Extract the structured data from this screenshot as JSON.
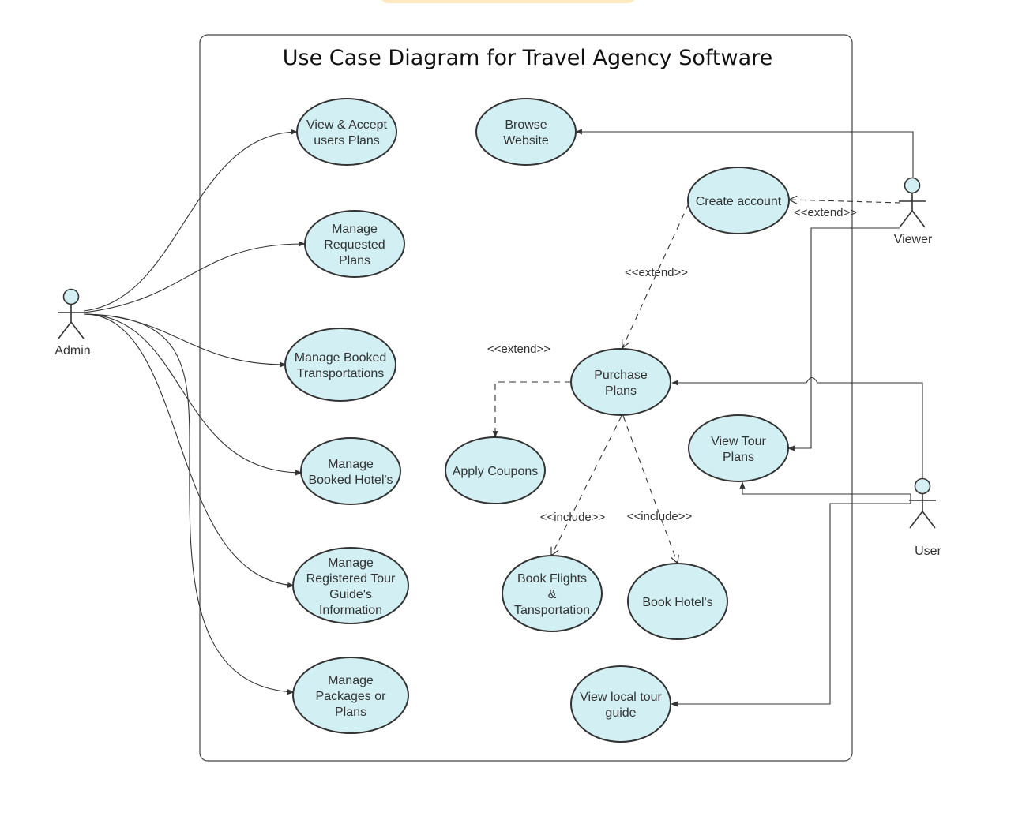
{
  "title": "Use Case Diagram for Travel Agency Software",
  "colors": {
    "usecase_fill": "#d2f0f4",
    "stroke": "#333333",
    "frame": "#444444",
    "top_tab": "#fde9bd"
  },
  "actors": [
    {
      "id": "admin",
      "label": "Admin"
    },
    {
      "id": "viewer",
      "label": "Viewer"
    },
    {
      "id": "user",
      "label": "User"
    }
  ],
  "use_cases": [
    {
      "id": "view-accept",
      "lines": [
        "View & Accept",
        "users Plans"
      ]
    },
    {
      "id": "manage-requested",
      "lines": [
        "Manage",
        "Requested",
        "Plans"
      ]
    },
    {
      "id": "manage-booked-transport",
      "lines": [
        "Manage Booked",
        "Transportations"
      ]
    },
    {
      "id": "manage-booked-hotels",
      "lines": [
        "Manage",
        "Booked Hotel's"
      ]
    },
    {
      "id": "manage-tour-guide",
      "lines": [
        "Manage",
        "Registered Tour",
        "Guide's",
        "Information"
      ]
    },
    {
      "id": "manage-packages",
      "lines": [
        "Manage",
        "Packages or",
        "Plans"
      ]
    },
    {
      "id": "browse-website",
      "lines": [
        "Browse",
        "Website"
      ]
    },
    {
      "id": "create-account",
      "lines": [
        "Create account"
      ]
    },
    {
      "id": "purchase-plans",
      "lines": [
        "Purchase",
        "Plans"
      ]
    },
    {
      "id": "apply-coupons",
      "lines": [
        "Apply Coupons"
      ]
    },
    {
      "id": "view-tour-plans",
      "lines": [
        "View Tour",
        "Plans"
      ]
    },
    {
      "id": "book-flights",
      "lines": [
        "Book Flights",
        "&",
        "Tansportation"
      ]
    },
    {
      "id": "book-hotels",
      "lines": [
        "Book Hotel's"
      ]
    },
    {
      "id": "view-local-guide",
      "lines": [
        "View local tour",
        "guide"
      ]
    }
  ],
  "relation_labels": [
    {
      "id": "extend-viewer-create",
      "text": "<<extend>>"
    },
    {
      "id": "extend-create-purchase",
      "text": "<<extend>>"
    },
    {
      "id": "extend-purchase-coupons",
      "text": "<<extend>>"
    },
    {
      "id": "include-flights",
      "text": "<<include>>"
    },
    {
      "id": "include-hotels",
      "text": "<<include>>"
    }
  ]
}
